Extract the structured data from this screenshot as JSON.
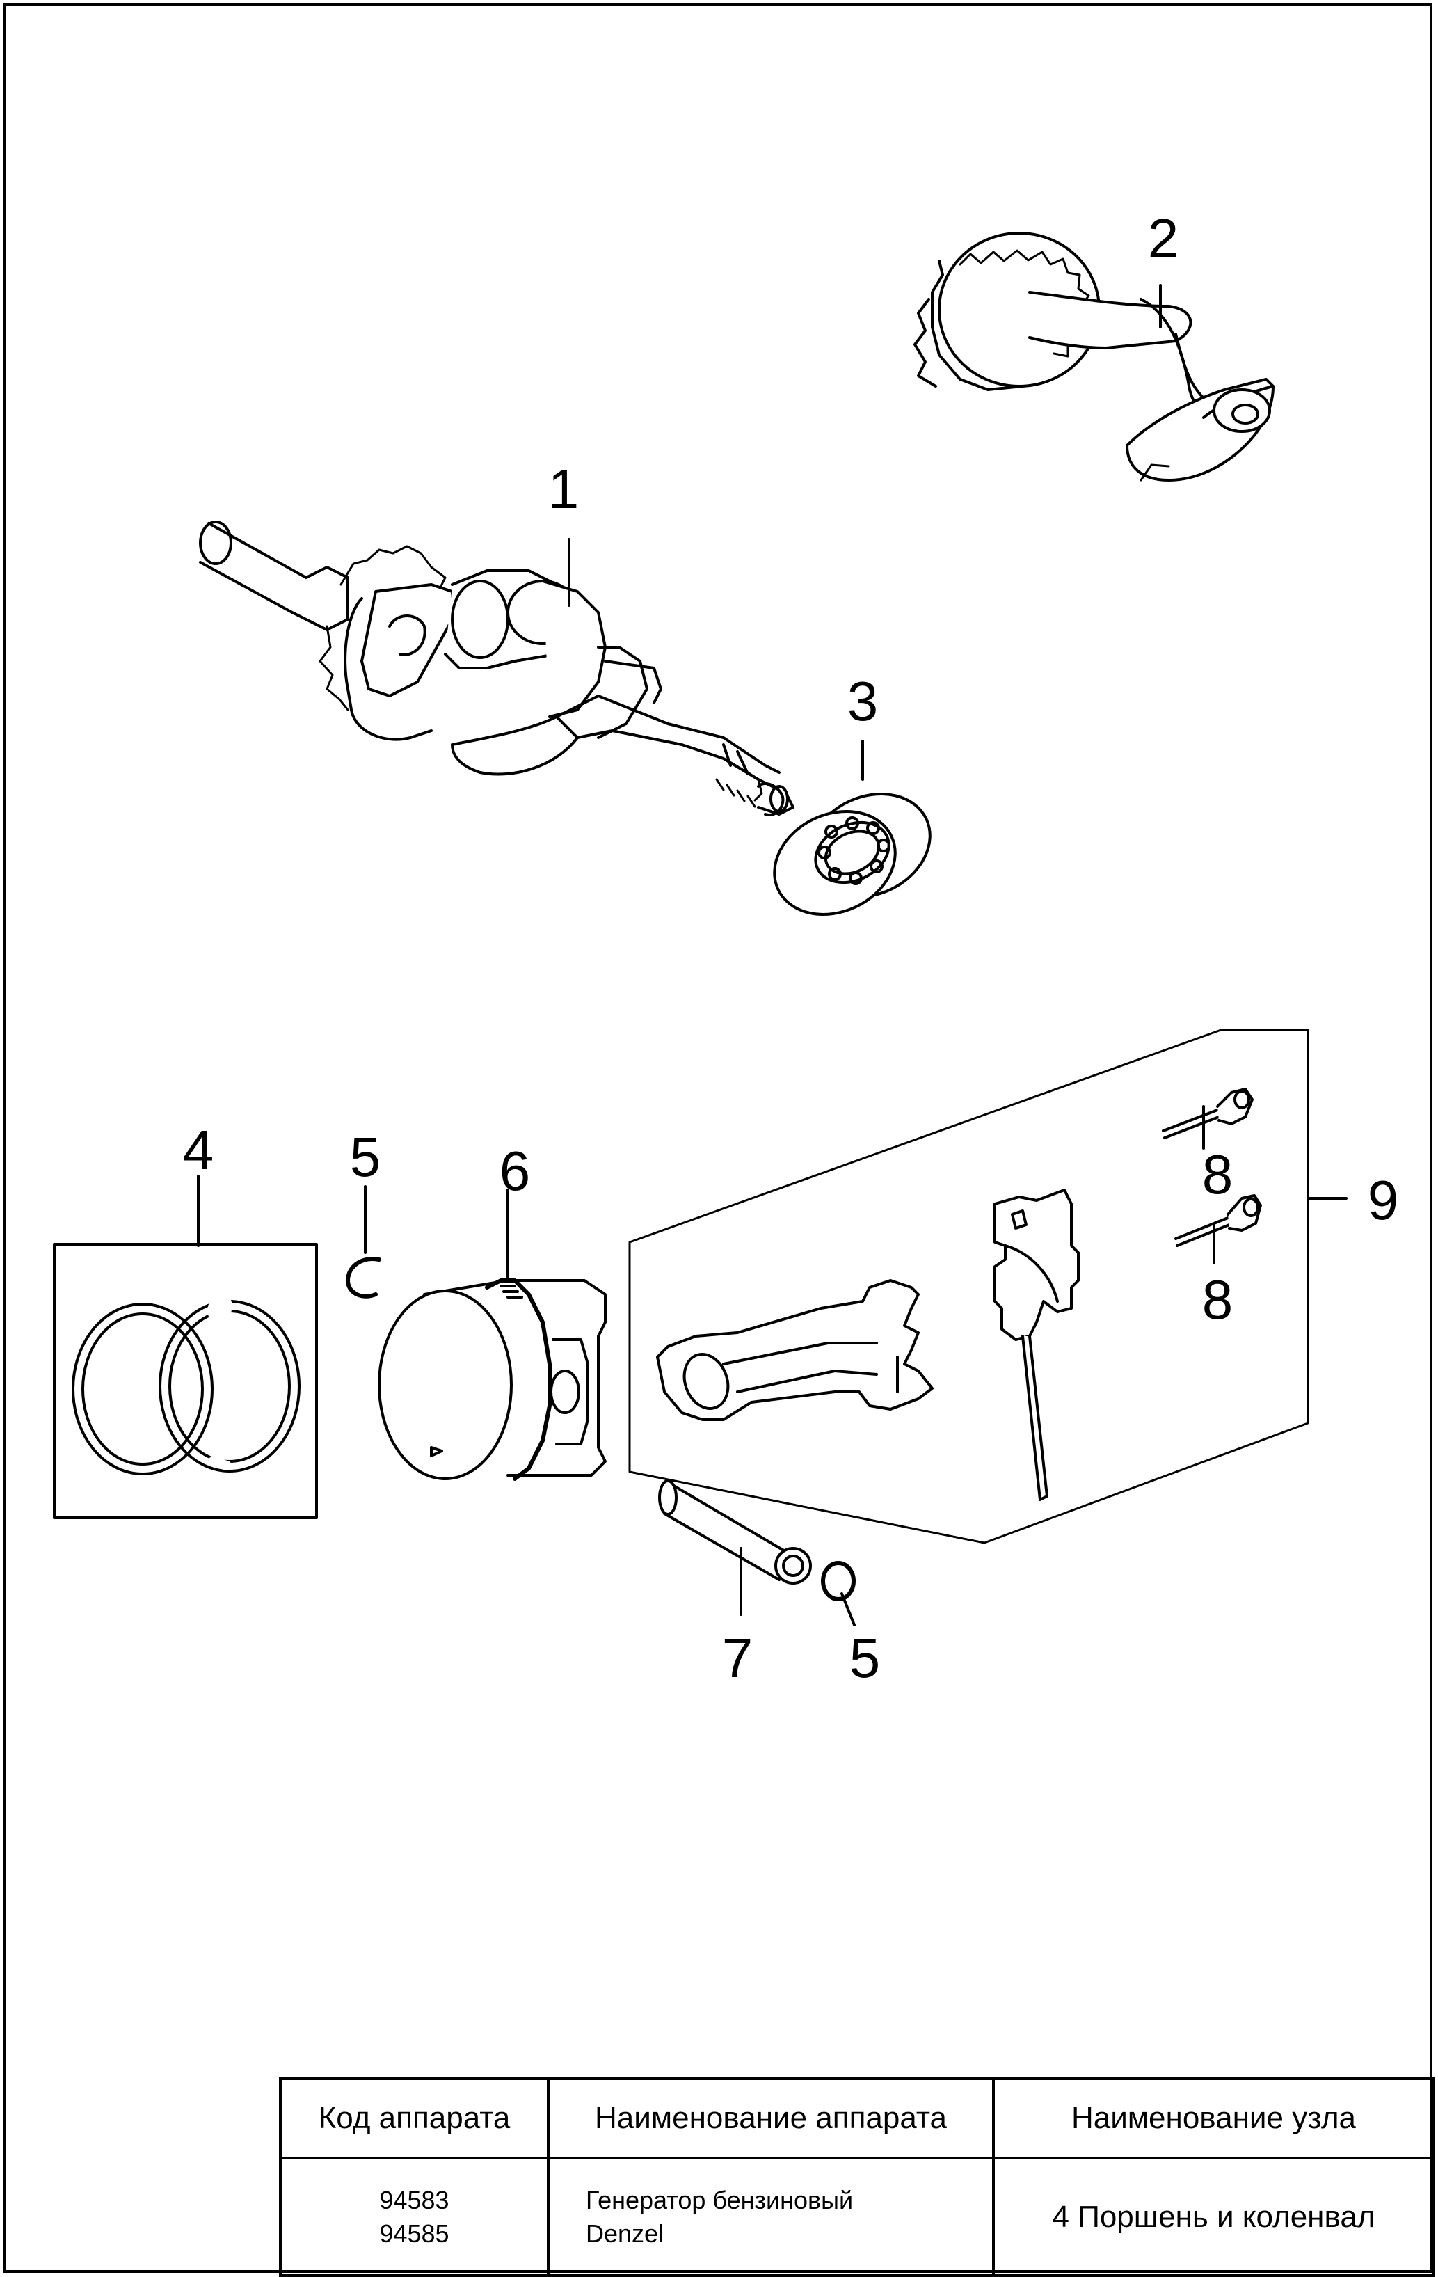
{
  "callouts": {
    "crankshaft": "1",
    "camshaft": "2",
    "bearing": "3",
    "piston_rings": "4",
    "clip_upper": "5",
    "piston": "6",
    "piston_pin": "7",
    "bolt_upper": "8",
    "bolt_lower": "8",
    "connecting_rod_assembly": "9",
    "clip_lower": "5"
  },
  "info_table": {
    "headers": [
      "Код аппарата",
      "Наименование аппарата",
      "Наименование узла"
    ],
    "code_lines": [
      "94583",
      "94585"
    ],
    "name_lines": [
      "Генератор бензиновый",
      "Denzel"
    ],
    "unit": "4 Поршень и коленвал"
  }
}
